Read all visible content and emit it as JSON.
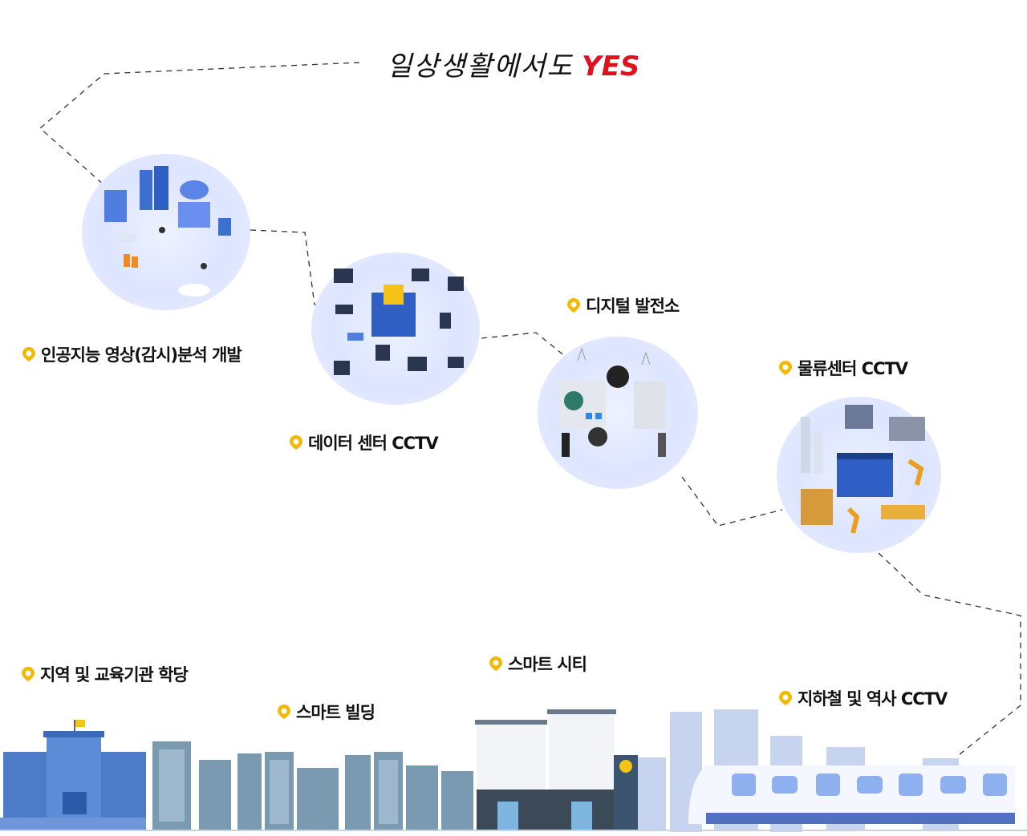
{
  "title": {
    "text": "일상생활에서도",
    "accent": "YES",
    "accent_color": "#e0101e"
  },
  "labels": {
    "ai_video": "인공지능 영상(감시)분석 개발",
    "datacenter": "데이터 센터 CCTV",
    "digital_plant": "디지털 발전소",
    "logistics": "물류센터 CCTV",
    "education": "지역 및 교육기관 학당",
    "smart_building": "스마트 빌딩",
    "smart_city": "스마트 시티",
    "subway": "지하철 및 역사 CCTV"
  },
  "icons": {
    "pin": "location-pin-icon",
    "ai": "server-cloud-illustration",
    "datacenter": "network-hub-illustration",
    "plant": "power-plant-illustration",
    "logistics": "factory-robot-illustration",
    "bank_sign": "貝"
  },
  "colors": {
    "pin": "#f5b800",
    "city_dark": "#6e8fb0",
    "city_light": "#b9c8e8",
    "train": "#f4f7ff"
  }
}
